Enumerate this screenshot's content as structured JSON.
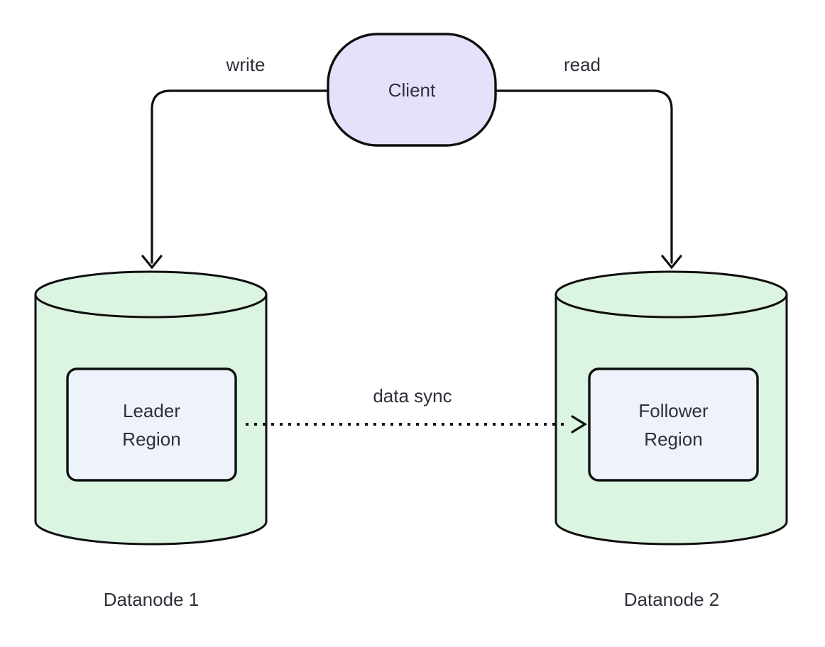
{
  "diagram": {
    "client": {
      "label": "Client"
    },
    "edges": {
      "write": {
        "label": "write",
        "style": "solid",
        "from": "Client",
        "to": "Datanode 1"
      },
      "read": {
        "label": "read",
        "style": "solid",
        "from": "Client",
        "to": "Datanode 2"
      },
      "data_sync": {
        "label": "data sync",
        "style": "dotted",
        "from": "Leader Region",
        "to": "Follower Region"
      }
    },
    "datanode1": {
      "caption": "Datanode 1",
      "region_line1": "Leader",
      "region_line2": "Region"
    },
    "datanode2": {
      "caption": "Datanode 2",
      "region_line1": "Follower",
      "region_line2": "Region"
    },
    "colors": {
      "client_fill": "#e6e0fa",
      "cylinder_fill": "#dcf4e2",
      "region_fill": "#eef2fb",
      "line": "#0f0f0f",
      "text": "#2f2f3a",
      "background": "#ffffff"
    }
  }
}
